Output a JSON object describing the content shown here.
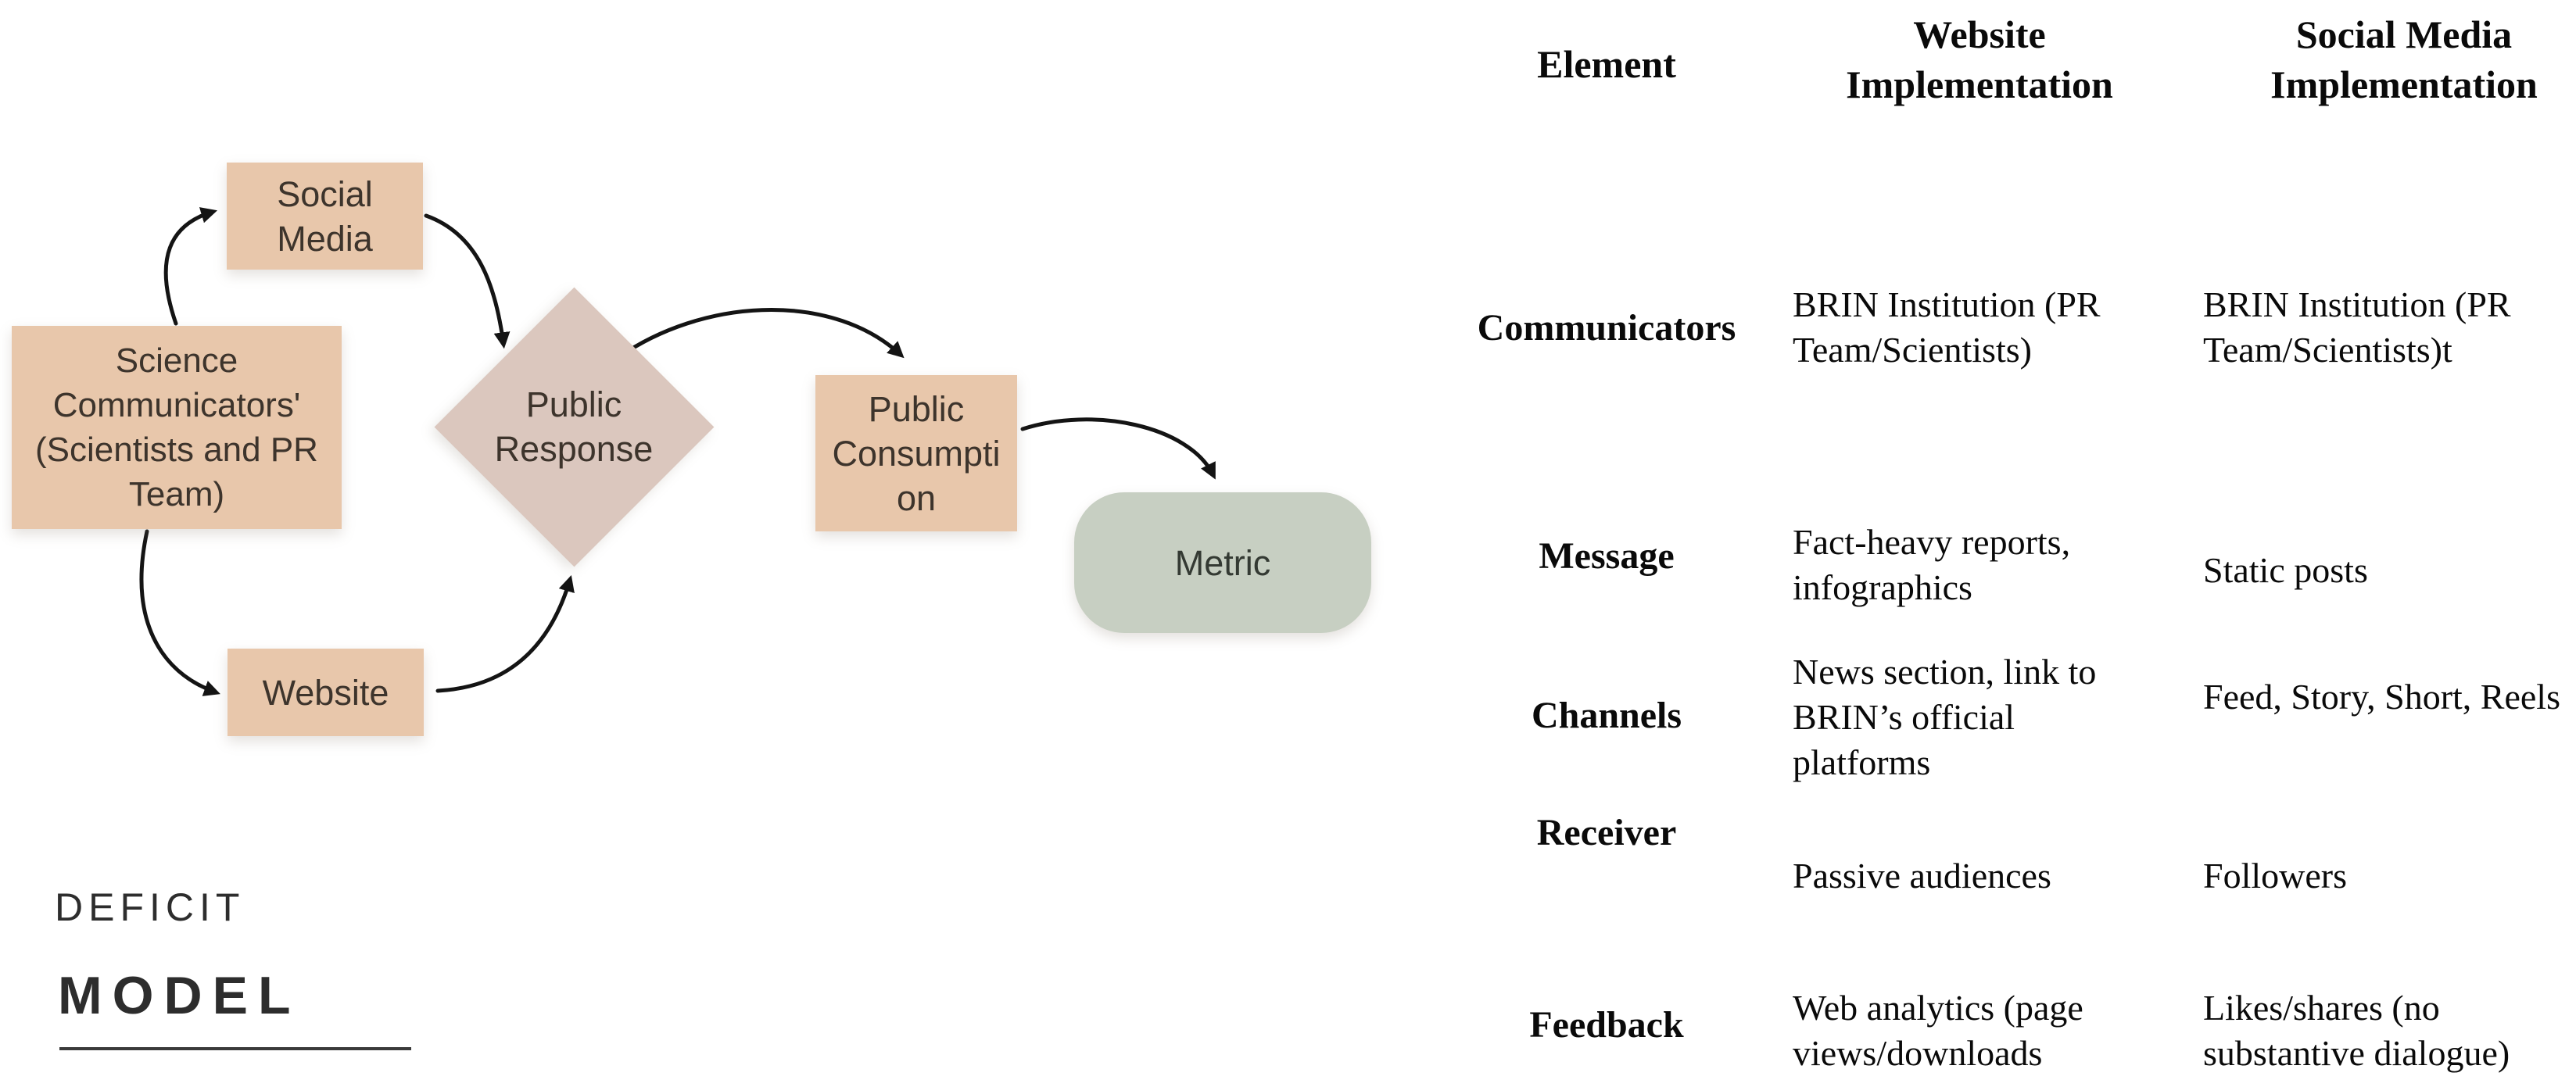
{
  "flowchart": {
    "nodes": {
      "science_communicators": "Science Communicators' (Scientists and PR Team)",
      "social_media": "Social Media",
      "website": "Website",
      "public_response": "Public Response",
      "public_consumption": "Public Consumption",
      "metric": "Metric"
    },
    "caption": {
      "line1": "DEFICIT",
      "line2": "MODEL"
    },
    "colors": {
      "node_peach": "#e8c7ab",
      "diamond_rose": "#dbc7be",
      "metric_sage": "#c7cfc2",
      "node_text": "#3d342c",
      "arrow": "#141414",
      "caption_text": "#2d2d2d"
    }
  },
  "table": {
    "headers": [
      "Element",
      "Website Implementation",
      "Social Media Implementation"
    ],
    "rows": [
      {
        "element": "Communicators",
        "website": "BRIN Institution (PR Team/Scientists)",
        "social": "BRIN Institution (PR Team/Scientists)t"
      },
      {
        "element": "Message",
        "website": "Fact-heavy reports, infographics",
        "social": "Static posts"
      },
      {
        "element": "Channels",
        "website": "News section, link to BRIN’s official platforms",
        "social": "Feed, Story, Short, Reels"
      },
      {
        "element": "Receiver",
        "website": "Passive audiences",
        "social": "Followers"
      },
      {
        "element": "Feedback",
        "website": "Web analytics (page views/downloads",
        "social": "Likes/shares (no substantive dialogue)"
      }
    ]
  }
}
